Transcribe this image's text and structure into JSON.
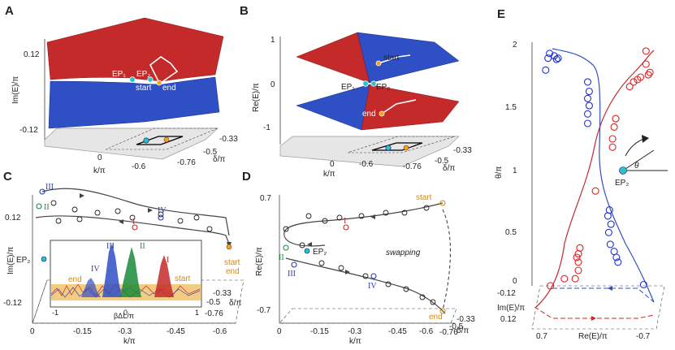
{
  "panels": {
    "A": {
      "label": "A",
      "ylabel": "Im(E)/π",
      "yticks": [
        "0.12",
        "-0.12"
      ],
      "xlabel": "k/π",
      "xticks": [
        "0",
        "-0.6"
      ],
      "dlabel": "δ/π",
      "dticks": [
        "-0.33",
        "-0.5",
        "-0.76"
      ],
      "ep1": "EP₁",
      "ep2": "EP₂",
      "start": "start",
      "end": "end"
    },
    "B": {
      "label": "B",
      "ylabel": "Re(E)/π",
      "yticks": [
        "1",
        "0",
        "-1"
      ],
      "xlabel": "k/π",
      "xticks": [
        "0",
        "-0.6"
      ],
      "dlabel": "δ/π",
      "dticks": [
        "-0.33",
        "-0.5",
        "-0.76"
      ],
      "ep1": "EP₁",
      "ep2": "EP₂",
      "start": "start",
      "end": "end"
    },
    "C": {
      "label": "C",
      "ylabel": "Im(E)/π",
      "yticks": [
        "0.12",
        "-0.12"
      ],
      "xlabel": "k/π",
      "xticks": [
        "0",
        "-0.15",
        "-0.3",
        "-0.45",
        "-0.6"
      ],
      "dlabel": "δ/π",
      "dticks": [
        "-0.33",
        "-0.5",
        "-0.76"
      ],
      "ep2": "EP₂",
      "start": "start",
      "end": "end",
      "roman": [
        "III",
        "II",
        "I",
        "IV"
      ],
      "inset": {
        "xlabel": "βΔL/π",
        "xticks": [
          "-1",
          "0",
          "1"
        ],
        "labels": [
          "III",
          "II",
          "I",
          "IV"
        ],
        "end": "end",
        "start": "start"
      }
    },
    "D": {
      "label": "D",
      "ylabel": "Re(E)/π",
      "yticks": [
        "0.7",
        "-0.7"
      ],
      "xlabel": "k/π",
      "xticks": [
        "0",
        "-0.15",
        "-0.3",
        "-0.45",
        "-0.6"
      ],
      "dlabel": "δ/π",
      "dticks": [
        "-0.33",
        "-0.5",
        "-0.76"
      ],
      "ep2": "EP₂",
      "start": "start",
      "end": "end",
      "swapping": "swapping",
      "roman": [
        "I",
        "II",
        "III",
        "IV"
      ]
    },
    "E": {
      "label": "E",
      "ylabel": "θ/π",
      "yticks": [
        "2",
        "1.5",
        "1",
        "0.5",
        "0"
      ],
      "xlabel": "Re(E)/π",
      "xticks": [
        "0.7",
        "-0.7"
      ],
      "zlabel": "Im(E)/π",
      "zticks": [
        "-0.12",
        "0.12"
      ],
      "theta": "θ",
      "ep2": "EP₂"
    }
  },
  "chart_data": {
    "type": "scatter",
    "title": "E",
    "ylabel": "θ/π",
    "xlabel": "Re(E)/π",
    "ylim": [
      0,
      2
    ],
    "series": [
      {
        "color": "#2233cc",
        "points": [
          [
            0.66,
            1.82
          ],
          [
            0.63,
            1.92
          ],
          [
            0.61,
            1.96
          ],
          [
            0.55,
            1.94
          ],
          [
            0.52,
            1.91
          ],
          [
            0.5,
            1.92
          ],
          [
            0.12,
            1.72
          ],
          [
            0.1,
            1.64
          ],
          [
            0.12,
            1.58
          ],
          [
            0.1,
            1.52
          ],
          [
            0.12,
            1.45
          ],
          [
            0.12,
            1.37
          ],
          [
            -0.16,
            0.64
          ],
          [
            -0.14,
            0.59
          ],
          [
            -0.18,
            0.52
          ],
          [
            -0.15,
            0.45
          ],
          [
            -0.17,
            0.35
          ],
          [
            -0.22,
            0.29
          ],
          [
            -0.25,
            0.24
          ],
          [
            -0.27,
            0.2
          ],
          [
            -0.6,
            0.01
          ]
        ]
      },
      {
        "color": "#dd2222",
        "points": [
          [
            -0.63,
            1.98
          ],
          [
            -0.63,
            1.87
          ],
          [
            -0.68,
            1.8
          ],
          [
            -0.66,
            1.78
          ],
          [
            -0.56,
            1.76
          ],
          [
            -0.52,
            1.74
          ],
          [
            -0.47,
            1.72
          ],
          [
            -0.42,
            1.68
          ],
          [
            -0.24,
            1.41
          ],
          [
            -0.22,
            1.34
          ],
          [
            -0.2,
            1.24
          ],
          [
            -0.2,
            1.17
          ],
          [
            0.02,
            0.8
          ],
          [
            0.22,
            0.32
          ],
          [
            0.24,
            0.27
          ],
          [
            0.26,
            0.24
          ],
          [
            0.24,
            0.2
          ],
          [
            0.24,
            0.13
          ],
          [
            0.28,
            0.06
          ],
          [
            0.42,
            0.06
          ],
          [
            0.6,
            0.0
          ]
        ]
      }
    ]
  },
  "colors": {
    "red": "#c42a2a",
    "blue": "#2f4fc4",
    "cyan": "#27c4c9",
    "orange": "#f2a31a",
    "green": "#1a8a3a",
    "navy": "#2a3aa8"
  }
}
